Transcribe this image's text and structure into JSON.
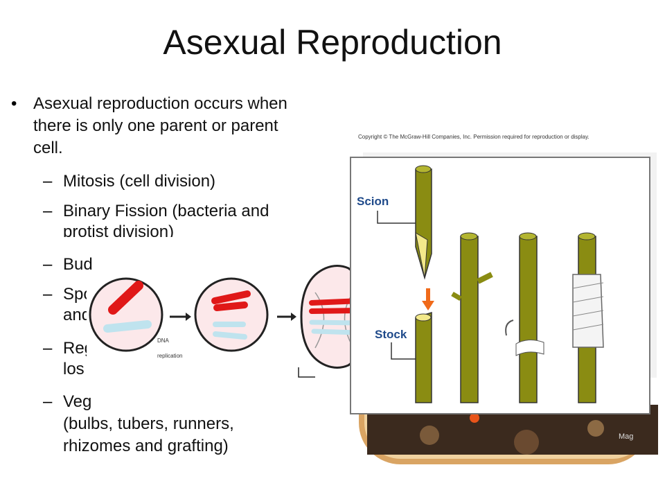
{
  "slide": {
    "title": "Asexual Reproduction",
    "bullet_main": "Asexual reproduction occurs when there is only one parent or parent cell.",
    "sub_items": [
      "Mitosis (cell division)",
      "Binary Fission (bacteria and protist division)",
      "Bud",
      "Spo",
      "and",
      "Reg",
      "los",
      "Veg",
      "(bulbs, tubers, runners,",
      "rhizomes and grafting)"
    ]
  },
  "figures": {
    "copyright": "Copyright © The McGraw-Hill Companies, Inc. Permission required for reproduction or display.",
    "mitosis_label_1": "DNA",
    "mitosis_label_2": "replication",
    "grafting_label_scion": "Scion",
    "grafting_label_stock": "Stock",
    "photo_watermark": "Mag",
    "colors": {
      "stem": "#8a8c12",
      "chromosome_red": "#e01818",
      "chromosome_blue": "#bfe3ee",
      "arrow_orange": "#f06a1a",
      "label_blue": "#1f4a8a"
    }
  }
}
